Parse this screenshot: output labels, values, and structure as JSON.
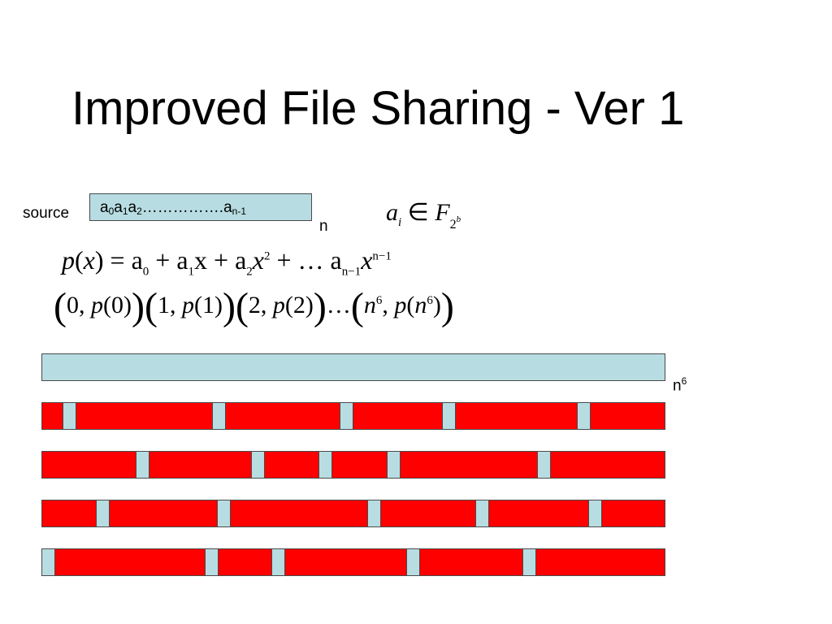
{
  "title": "Improved File Sharing - Ver 1",
  "source": {
    "label": "source",
    "a0": "a",
    "s0": "0",
    "a1": "a",
    "s1": "1",
    "a2": "a",
    "s2": "2",
    "dots": "…………….a",
    "sn": "n-1"
  },
  "n_label": "n",
  "field_expr": {
    "a": "a",
    "i": "i",
    "in": "∈",
    "F": "F",
    "two": "2",
    "b": "b"
  },
  "polynomial": {
    "p": "p",
    "x": "x",
    "eq": "= a",
    "t0": "0",
    "plus_a": "+ a",
    "t1": "1",
    "x1": "x + a",
    "t2": "2",
    "x2": "x",
    "e2": "2",
    "mid": "+ … a",
    "tn": "n−1",
    "xn": "x",
    "en": "n−1"
  },
  "points": {
    "p0_arg": "0",
    "p1_arg": "1",
    "p2_arg": "2",
    "p_name": "p",
    "ellipsis": "…",
    "n": "n",
    "six": "6"
  },
  "n6_label": {
    "n": "n",
    "exp": "6"
  },
  "share_rows": [
    [
      0.035,
      0.28,
      0.49,
      0.658,
      0.88
    ],
    [
      0.155,
      0.345,
      0.455,
      0.567,
      0.815
    ],
    [
      0.089,
      0.288,
      0.535,
      0.713,
      0.898
    ],
    [
      0.0,
      0.268,
      0.378,
      0.6,
      0.79
    ]
  ]
}
